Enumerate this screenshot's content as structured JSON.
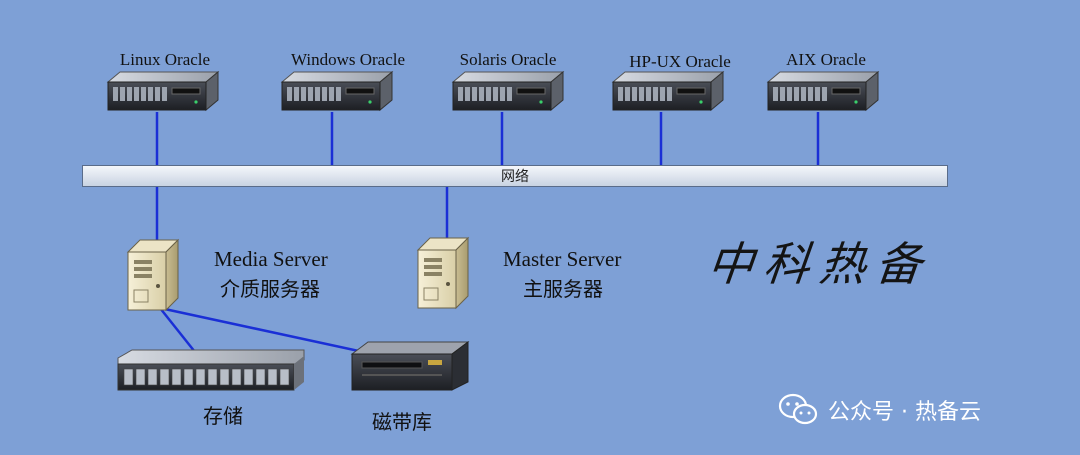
{
  "oracle_servers": [
    {
      "label": "Linux Oracle"
    },
    {
      "label": "Windows Oracle"
    },
    {
      "label": "Solaris Oracle"
    },
    {
      "label": "HP-UX Oracle"
    },
    {
      "label": "AIX Oracle"
    }
  ],
  "network": {
    "label": "网络"
  },
  "media_server": {
    "label_en": "Media Server",
    "label_zh": "介质服务器"
  },
  "master_server": {
    "label_en": "Master Server",
    "label_zh": "主服务器"
  },
  "storage": {
    "label": "存储"
  },
  "tape_library": {
    "label": "磁带库"
  },
  "brand": {
    "text": "中科热备"
  },
  "watermark": {
    "text": "公众号 · 热备云",
    "icon": "wechat-icon"
  },
  "colors": {
    "background": "#7ea0d6",
    "link": "#1a2fd6"
  }
}
